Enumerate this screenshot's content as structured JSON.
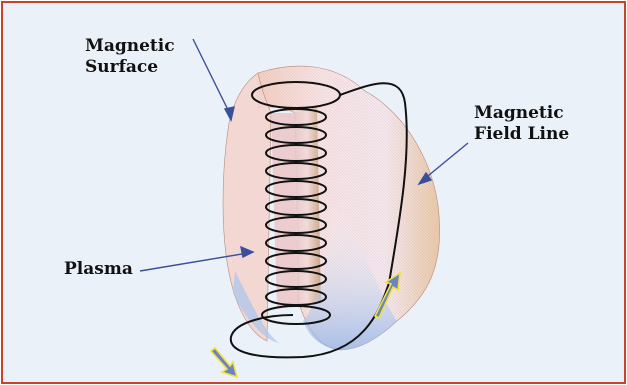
{
  "diagram": {
    "labels": {
      "magnetic_surface_line1": "Magnetic",
      "magnetic_surface_line2": "Surface",
      "field_line_line1": "Magnetic",
      "field_line_line2": "Field Line",
      "plasma": "Plasma"
    },
    "colors": {
      "border": "#c8432a",
      "background": "#eaf1f8",
      "pointer_arrow": "#3a4f9a",
      "direction_arrow": "#6b83c9"
    }
  }
}
